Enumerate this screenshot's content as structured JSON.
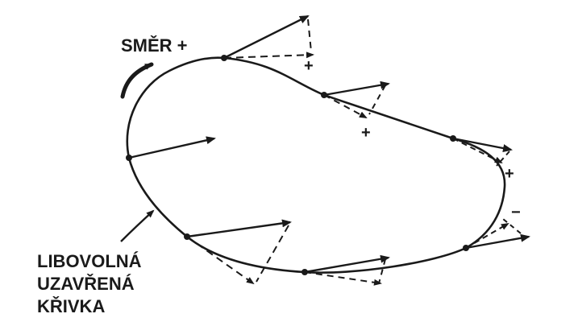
{
  "labels": {
    "direction": "SMĚR +",
    "curve_line1": "LIBOVOLNÁ",
    "curve_line2": "UZAVŘENÁ",
    "curve_line3": "KŘIVKA"
  },
  "signs": {
    "plus": "+",
    "minus": "−"
  },
  "colors": {
    "ink": "#1a1a1a",
    "background": "#ffffff"
  },
  "icons": {
    "direction_arrow": "curved-arrow-icon",
    "pointer_arrow": "pointer-arrow-icon"
  }
}
